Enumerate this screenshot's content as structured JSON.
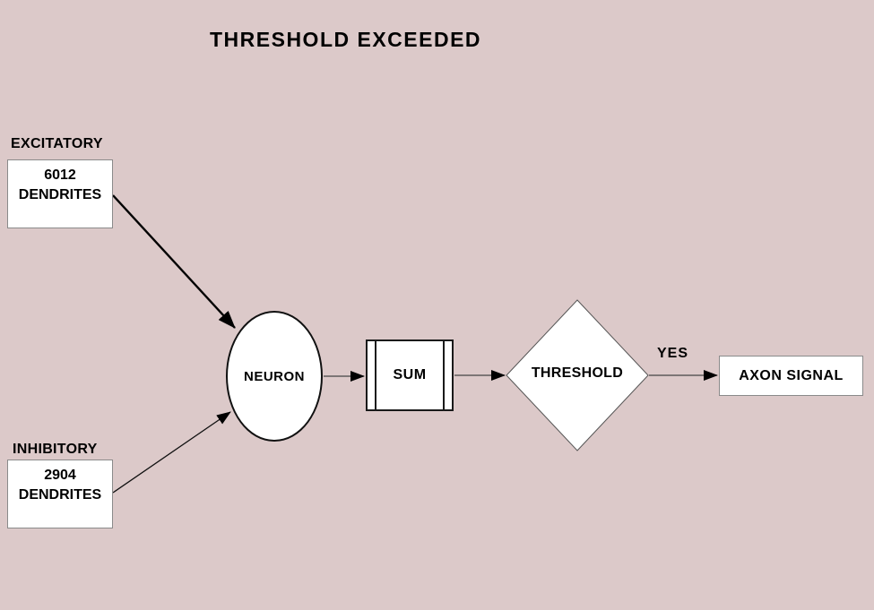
{
  "colors": {
    "background": "#dcc9c9",
    "node_fill": "#ffffff",
    "node_border": "#8a8a8a",
    "line": "#000000"
  },
  "title": "THRESHOLD EXCEEDED",
  "nodes": {
    "excitatory_input": {
      "heading": "EXCITATORY",
      "value": "6012",
      "unit": "DENDRITES"
    },
    "inhibitory_input": {
      "heading": "INHIBITORY",
      "value": "2904",
      "unit": "DENDRITES"
    },
    "neuron": {
      "label": "NEURON"
    },
    "sum": {
      "label": "SUM"
    },
    "threshold": {
      "label": "THRESHOLD"
    },
    "axon_signal": {
      "label": "AXON SIGNAL"
    }
  },
  "edges": {
    "threshold_yes_label": "YES"
  }
}
